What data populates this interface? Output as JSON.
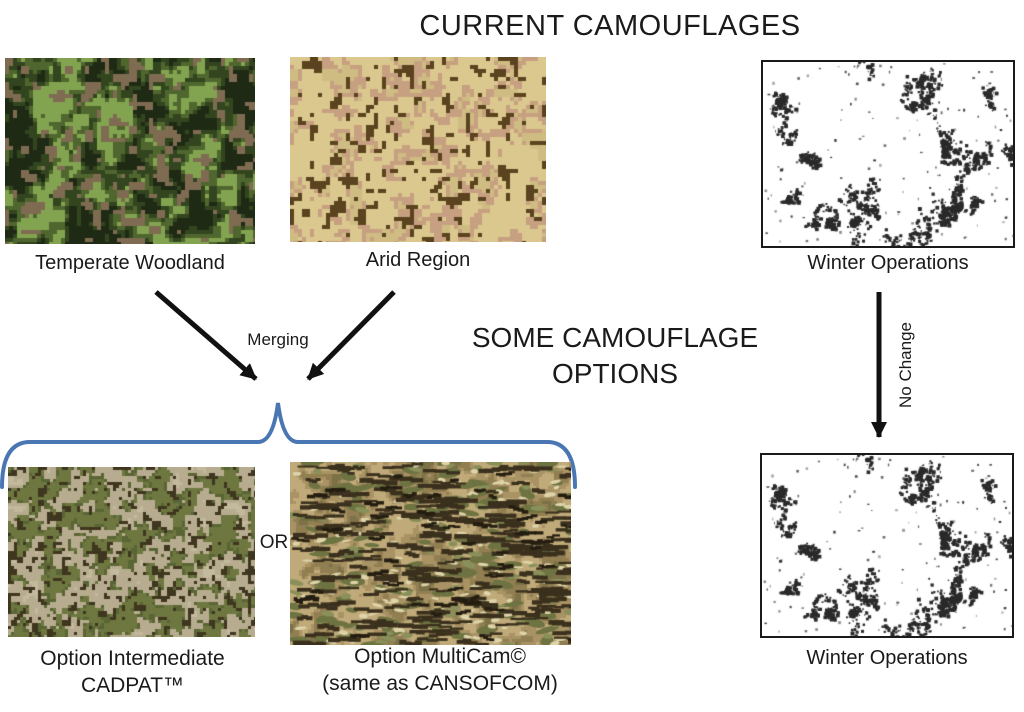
{
  "title": "CURRENT CAMOUFLAGES",
  "subtitle": {
    "line1": "SOME CAMOUFLAGE",
    "line2": "OPTIONS"
  },
  "annotations": {
    "merging": "Merging",
    "or": "OR",
    "no_change": "No Change"
  },
  "colors": {
    "arrow": "#111111",
    "brace": "#4a77b4",
    "text": "#1a1a1a"
  },
  "panels": {
    "temperate": {
      "label": "Temperate Woodland"
    },
    "arid": {
      "label": "Arid Region"
    },
    "winter_top": {
      "label": "Winter Operations"
    },
    "cadpat": {
      "label_line1": "Option Intermediate",
      "label_line2": "CADPAT™"
    },
    "multicam": {
      "label_line1": "Option MultiCam©",
      "label_line2": "(same as CANSOFCOM)"
    },
    "winter_bottom": {
      "label": "Winter Operations"
    }
  },
  "patterns": {
    "temperate": {
      "type": "digital",
      "seed": 11,
      "cell": 4,
      "scale": 17,
      "palette": [
        {
          "t": 0.4,
          "c": "#1f2a15"
        },
        {
          "t": 0.52,
          "c": "#33451f"
        },
        {
          "t": 0.62,
          "c": "#50662f"
        },
        {
          "t": 9,
          "c": "#82a450"
        }
      ],
      "accent": {
        "c": "#7f6b52",
        "scale": 9,
        "t": 0.7
      }
    },
    "arid": {
      "type": "digital",
      "seed": 23,
      "cell": 4,
      "scale": 16,
      "palette": [
        {
          "t": 0.52,
          "c": "#dac88e"
        },
        {
          "t": 0.66,
          "c": "#c7a081"
        },
        {
          "t": 9,
          "c": "#cfbc83"
        }
      ],
      "accent": {
        "c": "#5a431e",
        "scale": 7,
        "t": 0.73
      }
    },
    "cadpat": {
      "type": "digital",
      "seed": 37,
      "cell": 3,
      "scale": 13,
      "palette": [
        {
          "t": 0.46,
          "c": "#6d773f"
        },
        {
          "t": 0.52,
          "c": "#5a6535"
        },
        {
          "t": 0.78,
          "c": "#b7ac8f"
        },
        {
          "t": 9,
          "c": "#c3b99d"
        }
      ],
      "accent": {
        "c": "#3f361f",
        "scale": 5,
        "t": 0.74
      }
    },
    "multicam": {
      "type": "organic",
      "seed": 51,
      "cell": 3,
      "scale": 15,
      "palette": [
        {
          "t": 0.44,
          "c": "#c0aa79"
        },
        {
          "t": 0.58,
          "c": "#a99365"
        },
        {
          "t": 0.72,
          "c": "#917f52"
        },
        {
          "t": 9,
          "c": "#7c7147"
        }
      ],
      "blobs": [
        {
          "c": "#6e7342",
          "n": 120,
          "w": [
            10,
            26
          ],
          "h": [
            4,
            10
          ]
        },
        {
          "c": "#89905a",
          "n": 60,
          "w": [
            8,
            18
          ],
          "h": [
            3,
            7
          ]
        },
        {
          "c": "#ded3a9",
          "n": 150,
          "w": [
            5,
            13
          ],
          "h": [
            2,
            5
          ]
        },
        {
          "c": "#3a301d",
          "n": 210,
          "w": [
            10,
            40
          ],
          "h": [
            2,
            5
          ],
          "streak": true
        },
        {
          "c": "#241d10",
          "n": 60,
          "w": [
            6,
            22
          ],
          "h": [
            2,
            4
          ],
          "streak": true
        }
      ]
    },
    "winter": {
      "type": "speckle",
      "seed": 77,
      "bg": "#ffffff",
      "ink": "#2a2a2a",
      "clusters": 26,
      "steps": [
        30,
        85
      ],
      "specks": 150
    }
  }
}
